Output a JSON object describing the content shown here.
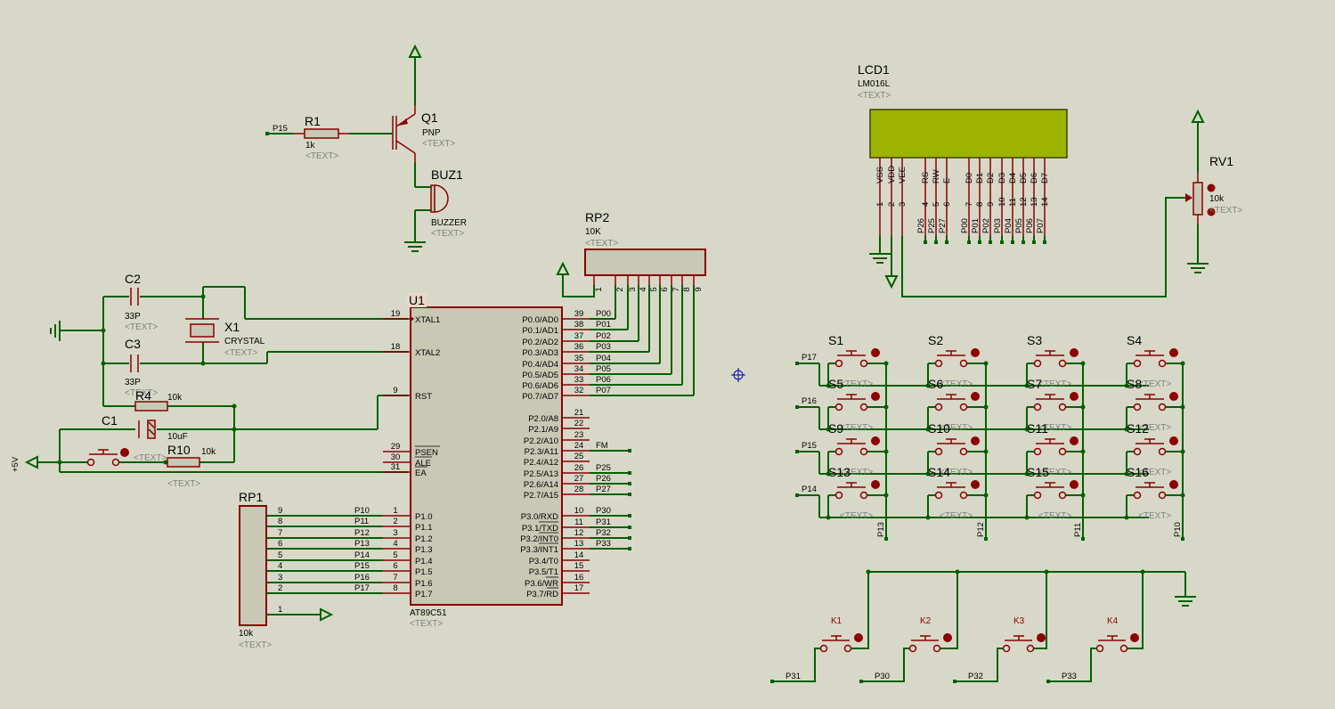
{
  "text_placeholder": "<TEXT>",
  "colors": {
    "background": "#d8d8c8",
    "wire": "#006000",
    "component": "#8b0000",
    "lcd": "#9cb400"
  },
  "components": {
    "q1": {
      "ref": "Q1",
      "value": "PNP"
    },
    "r1": {
      "ref": "R1",
      "value": "1k"
    },
    "buz1": {
      "ref": "BUZ1",
      "value": "BUZZER"
    },
    "lcd1": {
      "ref": "LCD1",
      "value": "LM016L"
    },
    "rv1": {
      "ref": "RV1",
      "value": "10k"
    },
    "rp2": {
      "ref": "RP2",
      "value": "10K"
    },
    "rp1": {
      "ref": "RP1",
      "value": "10k"
    },
    "c2": {
      "ref": "C2",
      "value": "33P"
    },
    "c3": {
      "ref": "C3",
      "value": "33P"
    },
    "x1": {
      "ref": "X1",
      "value": "CRYSTAL"
    },
    "r4": {
      "ref": "R4",
      "value": "10k"
    },
    "c1": {
      "ref": "C1",
      "value": "10uF"
    },
    "r10": {
      "ref": "R10",
      "value": "10k"
    },
    "u1": {
      "ref": "U1",
      "value": "AT89C51"
    }
  },
  "net_labels": {
    "p15_buzzer": "P15",
    "vcc": "+5V"
  },
  "u1_left_pins": [
    {
      "num": "19",
      "name": "XTAL1"
    },
    {
      "num": "18",
      "name": "XTAL2"
    },
    {
      "num": "9",
      "name": "RST"
    },
    {
      "num": "29",
      "name": "PSEN"
    },
    {
      "num": "30",
      "name": "ALE"
    },
    {
      "num": "31",
      "name": "EA"
    },
    {
      "num": "1",
      "name": "P1.0",
      "net": "P10"
    },
    {
      "num": "2",
      "name": "P1.1",
      "net": "P11"
    },
    {
      "num": "3",
      "name": "P1.2",
      "net": "P12"
    },
    {
      "num": "4",
      "name": "P1.3",
      "net": "P13"
    },
    {
      "num": "5",
      "name": "P1.4",
      "net": "P14"
    },
    {
      "num": "6",
      "name": "P1.5",
      "net": "P15"
    },
    {
      "num": "7",
      "name": "P1.6",
      "net": "P16"
    },
    {
      "num": "8",
      "name": "P1.7",
      "net": "P17"
    }
  ],
  "rp1_pins": [
    "9",
    "8",
    "7",
    "6",
    "5",
    "4",
    "3",
    "2",
    "1"
  ],
  "u1_right_pins": [
    {
      "num": "39",
      "name": "P0.0/AD0",
      "net": "P00"
    },
    {
      "num": "38",
      "name": "P0.1/AD1",
      "net": "P01"
    },
    {
      "num": "37",
      "name": "P0.2/AD2",
      "net": "P02"
    },
    {
      "num": "36",
      "name": "P0.3/AD3",
      "net": "P03"
    },
    {
      "num": "35",
      "name": "P0.4/AD4",
      "net": "P04"
    },
    {
      "num": "34",
      "name": "P0.5/AD5",
      "net": "P05"
    },
    {
      "num": "33",
      "name": "P0.6/AD6",
      "net": "P06"
    },
    {
      "num": "32",
      "name": "P0.7/AD7",
      "net": "P07"
    },
    {
      "num": "21",
      "name": "P2.0/A8",
      "net": ""
    },
    {
      "num": "22",
      "name": "P2.1/A9",
      "net": ""
    },
    {
      "num": "23",
      "name": "P2.2/A10",
      "net": ""
    },
    {
      "num": "24",
      "name": "P2.3/A11",
      "net": "FM"
    },
    {
      "num": "25",
      "name": "P2.4/A12",
      "net": ""
    },
    {
      "num": "26",
      "name": "P2.5/A13",
      "net": "P25"
    },
    {
      "num": "27",
      "name": "P2.6/A14",
      "net": "P26"
    },
    {
      "num": "28",
      "name": "P2.7/A15",
      "net": "P27"
    },
    {
      "num": "10",
      "name": "P3.0/RXD",
      "net": "P30"
    },
    {
      "num": "11",
      "name": "P3.1/TXD",
      "net": "P31"
    },
    {
      "num": "12",
      "name": "P3.2/INT0",
      "net": "P32"
    },
    {
      "num": "13",
      "name": "P3.3/INT1",
      "net": "P33"
    },
    {
      "num": "14",
      "name": "P3.4/T0",
      "net": ""
    },
    {
      "num": "15",
      "name": "P3.5/T1",
      "net": ""
    },
    {
      "num": "16",
      "name": "P3.6/WR",
      "net": ""
    },
    {
      "num": "17",
      "name": "P3.7/RD",
      "net": ""
    }
  ],
  "rp2_pins": [
    "1",
    "2",
    "3",
    "4",
    "5",
    "6",
    "7",
    "8",
    "9"
  ],
  "lcd_pins": [
    {
      "name": "VSS",
      "num": "1",
      "net": ""
    },
    {
      "name": "VDD",
      "num": "2",
      "net": ""
    },
    {
      "name": "VEE",
      "num": "3",
      "net": ""
    },
    {
      "name": "RS",
      "num": "4",
      "net": "P26"
    },
    {
      "name": "RW",
      "num": "5",
      "net": "P25"
    },
    {
      "name": "E",
      "num": "6",
      "net": "P27"
    },
    {
      "name": "D0",
      "num": "7",
      "net": "P00"
    },
    {
      "name": "D1",
      "num": "8",
      "net": "P01"
    },
    {
      "name": "D2",
      "num": "9",
      "net": "P02"
    },
    {
      "name": "D3",
      "num": "10",
      "net": "P03"
    },
    {
      "name": "D4",
      "num": "11",
      "net": "P04"
    },
    {
      "name": "D5",
      "num": "12",
      "net": "P05"
    },
    {
      "name": "D6",
      "num": "13",
      "net": "P06"
    },
    {
      "name": "D7",
      "num": "14",
      "net": "P07"
    }
  ],
  "keypad": {
    "rows": [
      "P17",
      "P16",
      "P15",
      "P14"
    ],
    "cols": [
      "P13",
      "P12",
      "P11",
      "P10"
    ],
    "switches": [
      "S1",
      "S2",
      "S3",
      "S4",
      "S5",
      "S6",
      "S7",
      "S8",
      "S9",
      "S10",
      "S11",
      "S12",
      "S13",
      "S14",
      "S15",
      "S16"
    ]
  },
  "keys": [
    {
      "ref": "K1",
      "net": "P31"
    },
    {
      "ref": "K2",
      "net": "P30"
    },
    {
      "ref": "K3",
      "net": "P32"
    },
    {
      "ref": "K4",
      "net": "P33"
    }
  ]
}
